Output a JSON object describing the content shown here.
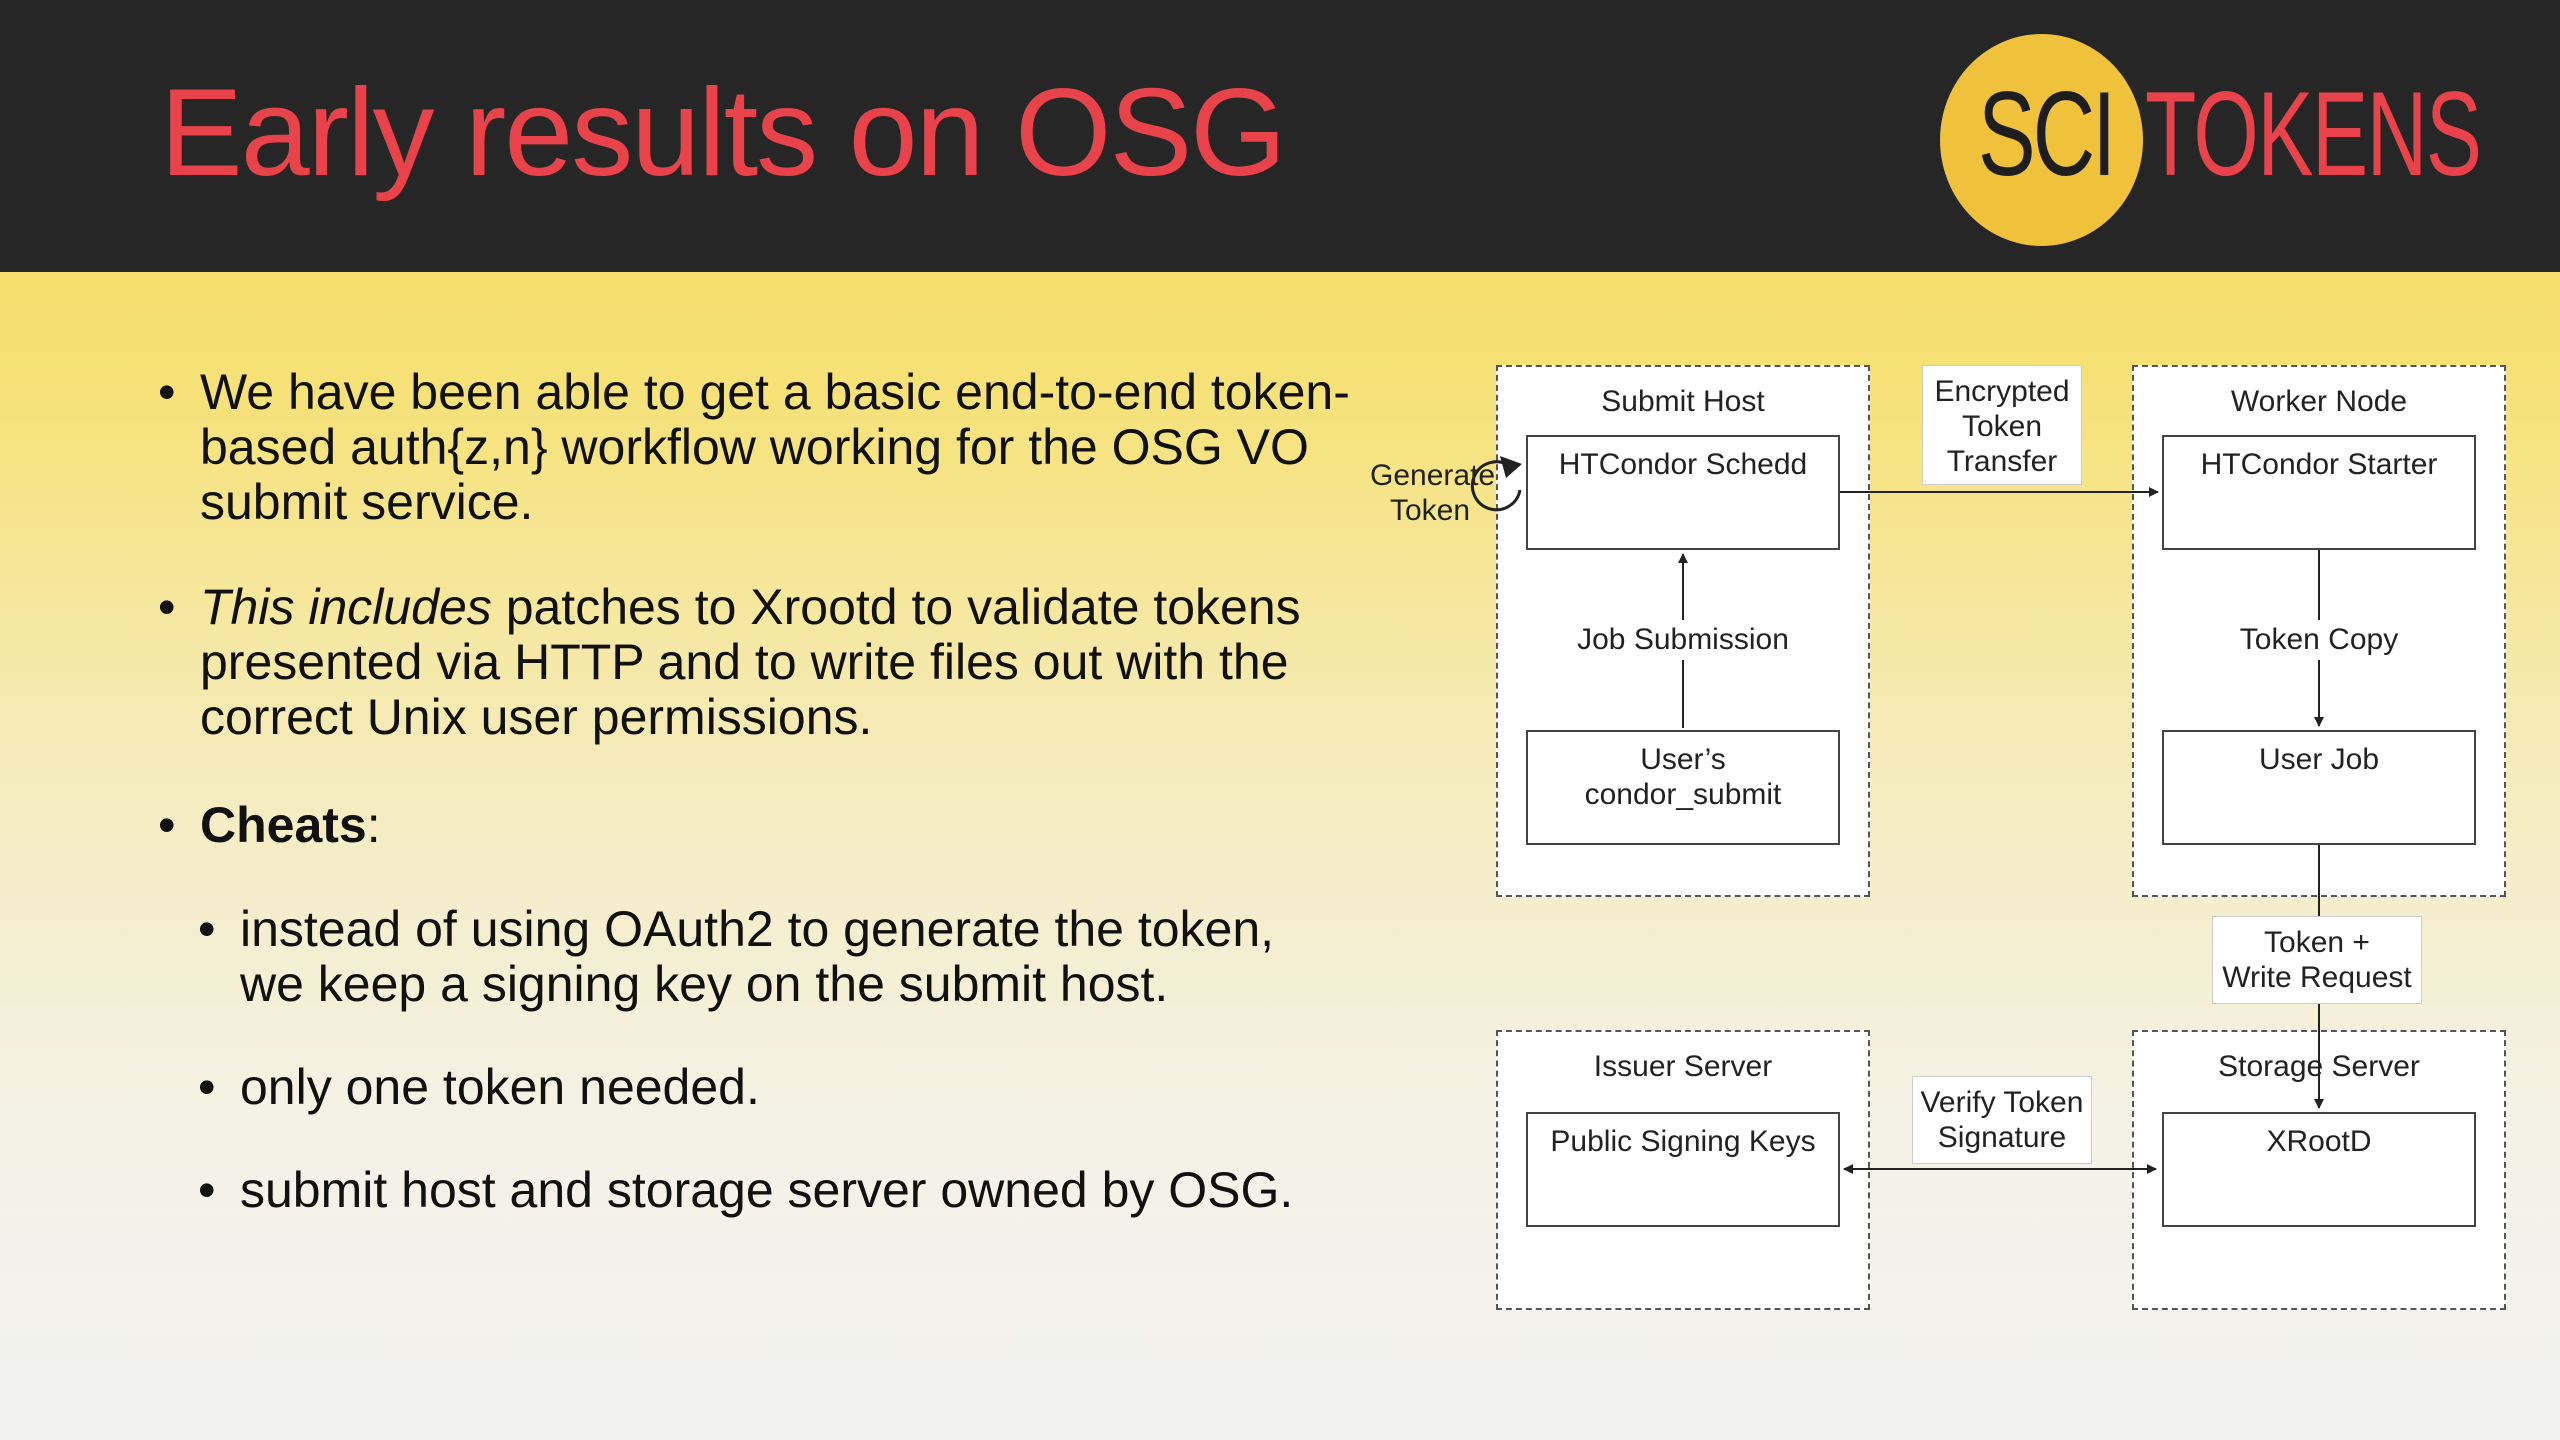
{
  "slide": {
    "title": "Early results on OSG"
  },
  "logo": {
    "left": "SCI",
    "right": "TOKENS",
    "colors": {
      "circle": "#f0c13a",
      "accent": "#e8434a"
    }
  },
  "bullets": [
    {
      "level": 1,
      "italic_prefix": "",
      "bold_text": "",
      "text": "We have been able to get a basic end-to-end token-based auth{z,n} workflow working for the OSG VO submit service."
    },
    {
      "level": 1,
      "italic_prefix": "This includes",
      "bold_text": "",
      "text": " patches to Xrootd to validate tokens presented via HTTP and to write files out with the correct Unix user permissions."
    },
    {
      "level": 1,
      "italic_prefix": "",
      "bold_text": "Cheats",
      "text": ":"
    },
    {
      "level": 2,
      "italic_prefix": "",
      "bold_text": "",
      "text": "instead of using OAuth2 to generate the token, we keep a signing key on the submit host."
    },
    {
      "level": 2,
      "italic_prefix": "",
      "bold_text": "",
      "text": "only one token needed."
    },
    {
      "level": 2,
      "italic_prefix": "",
      "bold_text": "",
      "text": "submit host and storage server owned by OSG."
    }
  ],
  "diagram": {
    "containers": {
      "submit_host": "Submit Host",
      "worker_node": "Worker Node",
      "issuer_server": "Issuer Server",
      "storage_server": "Storage Server"
    },
    "nodes": {
      "htcondor_schedd": "HTCondor Schedd",
      "users_condor_submit_1": "User’s",
      "users_condor_submit_2": "condor_submit",
      "htcondor_starter": "HTCondor Starter",
      "user_job": "User Job",
      "public_signing_keys": "Public Signing Keys",
      "xrootd": "XRootD"
    },
    "labels": {
      "generate_token_1": "Generate",
      "generate_token_2": "Token",
      "encrypted_1": "Encrypted",
      "encrypted_2": "Token",
      "encrypted_3": "Transfer",
      "job_submission": "Job Submission",
      "token_copy": "Token Copy",
      "token_write_1": "Token +",
      "token_write_2": "Write Request",
      "verify_1": "Verify Token",
      "verify_2": "Signature"
    }
  }
}
